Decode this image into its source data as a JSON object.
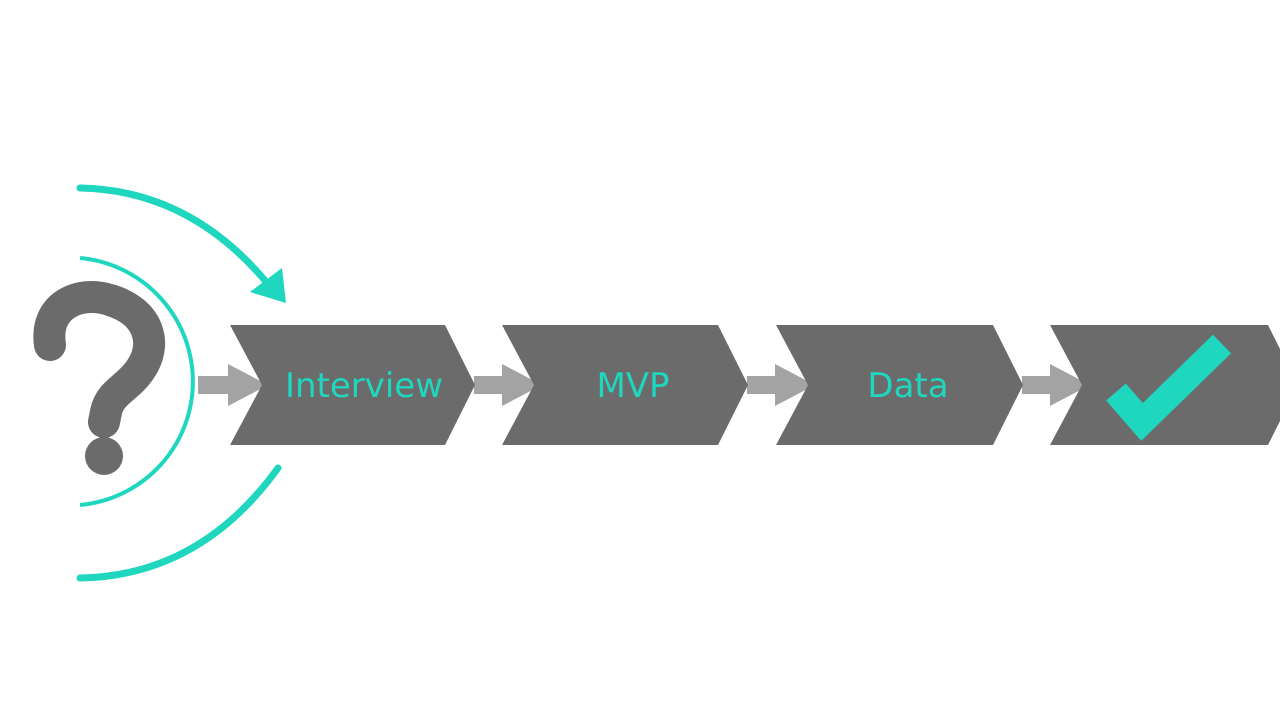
{
  "diagram": {
    "steps": [
      {
        "label": "Interview",
        "icon": null
      },
      {
        "label": "MVP",
        "icon": null
      },
      {
        "label": "Data",
        "icon": null
      },
      {
        "label": "",
        "icon": "checkmark-icon"
      }
    ],
    "start_icon": "question-mark-icon",
    "colors": {
      "accent": "#1fd6bf",
      "shape": "#6b6b6b",
      "connector": "#a3a3a3",
      "background": "#ffffff"
    }
  }
}
